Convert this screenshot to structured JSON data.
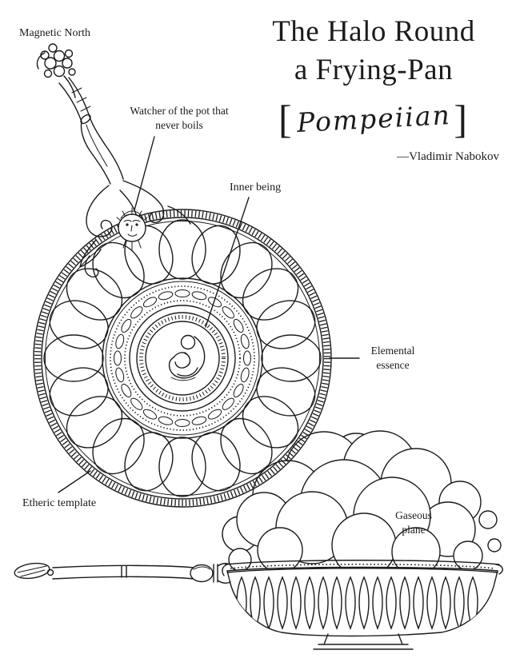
{
  "title": {
    "line1": "The Halo Round",
    "line2": "a Frying-Pan",
    "bracket_open": "[",
    "script_word": "Pompeiian",
    "bracket_close": "]",
    "attribution": "—Vladimir Nabokov"
  },
  "labels": {
    "magnetic_north": "Magnetic North",
    "watcher": "Watcher of the pot that never boils",
    "inner_being": "Inner being",
    "elemental_essence": "Elemental essence",
    "etheric_template": "Etheric template",
    "gaseous_plane": "Gaseous plane"
  },
  "colors": {
    "ink": "#1b1b1b",
    "background": "#ffffff"
  }
}
